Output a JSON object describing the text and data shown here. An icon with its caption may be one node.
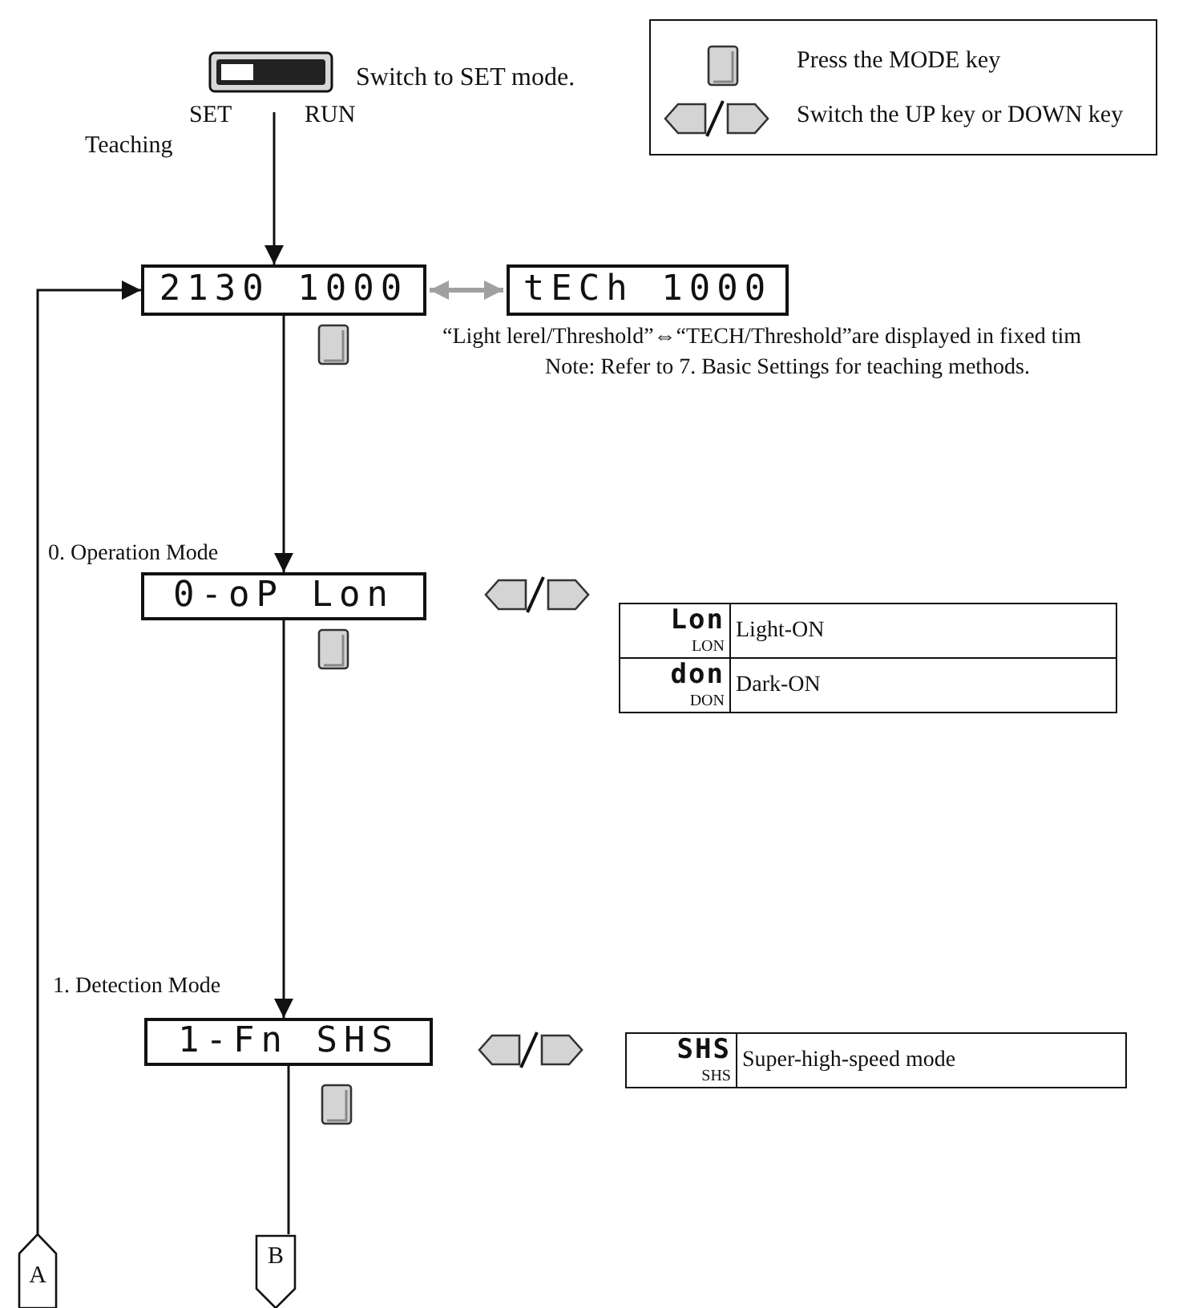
{
  "diagram": {
    "nodes": [
      {
        "text": [],
        "shape": "picture",
        "beside": [
          "Switch to SET mode."
        ]
      },
      {
        "text": [
          "2130 1000"
        ]
      },
      {
        "text": [
          "tECh 1000"
        ]
      },
      {
        "text": [
          "0-oP Lon"
        ],
        "beside": [
          "0. Operation Mode"
        ]
      },
      {
        "text": [
          "1-Fn SHS"
        ],
        "beside": [
          "1. Detection Mode"
        ]
      },
      {
        "text": [
          "B"
        ]
      },
      {
        "text": [
          "A"
        ]
      }
    ],
    "edges": [
      {
        "from": 0,
        "to": 1,
        "arrow": "to"
      },
      {
        "from": 1,
        "to": 2,
        "arrow": "both",
        "color": "#a0a0a0",
        "style": "thick"
      },
      {
        "from": 1,
        "to": 3,
        "arrow": "to"
      },
      {
        "from": 3,
        "to": 4,
        "arrow": "to"
      },
      {
        "from": 4,
        "to": 5,
        "arrow": "none"
      },
      {
        "from": 6,
        "to": 1,
        "arrow": "to"
      }
    ],
    "labels": [
      "SET",
      "RUN",
      "Teaching",
      "“Light lerel/Threshold”⇔“TECH/Threshold”are displayed in fixed tim",
      "Note: Refer to 7. Basic Settings for teaching methods.",
      "Lon",
      "LON",
      "Light-ON",
      "don",
      "DON",
      "Dark-ON",
      "SHS",
      "SHS",
      "Super-high-speed mode"
    ],
    "legend": [
      {
        "text": "Press the MODE key"
      },
      {
        "text": "Switch the UP key or DOWN key"
      }
    ]
  }
}
